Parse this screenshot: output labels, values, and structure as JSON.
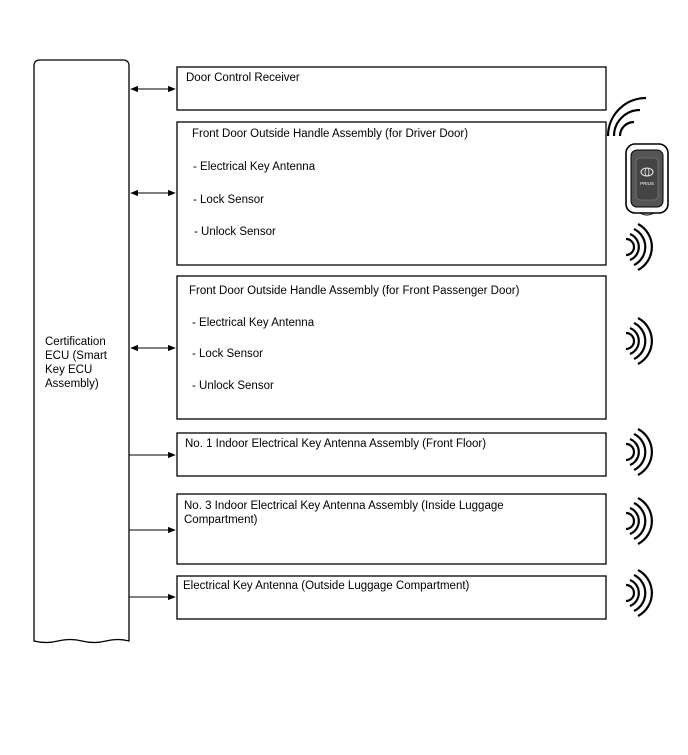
{
  "ecu": {
    "label": "Certification ECU (Smart Key ECU Assembly)"
  },
  "boxes": [
    {
      "title": "Door Control Receiver",
      "items": []
    },
    {
      "title": "Front Door Outside Handle Assembly (for Driver Door)",
      "items": [
        "- Electrical Key Antenna",
        "- Lock Sensor",
        "- Unlock Sensor"
      ]
    },
    {
      "title": "Front Door Outside Handle Assembly (for Front Passenger Door)",
      "items": [
        "- Electrical Key Antenna",
        "- Lock Sensor",
        "- Unlock Sensor"
      ]
    },
    {
      "title": "No. 1 Indoor Electrical Key Antenna Assembly (Front Floor)",
      "items": []
    },
    {
      "title": "No. 3 Indoor Electrical Key Antenna Assembly (Inside Luggage Compartment)",
      "items": []
    },
    {
      "title": "Electrical Key Antenna (Outside Luggage Compartment)",
      "items": []
    }
  ],
  "key_fob": {
    "brand_text": "PRIUS",
    "icon": "toyota-logo"
  },
  "connections": [
    "bidirectional",
    "bidirectional",
    "bidirectional",
    "output",
    "output",
    "output"
  ]
}
